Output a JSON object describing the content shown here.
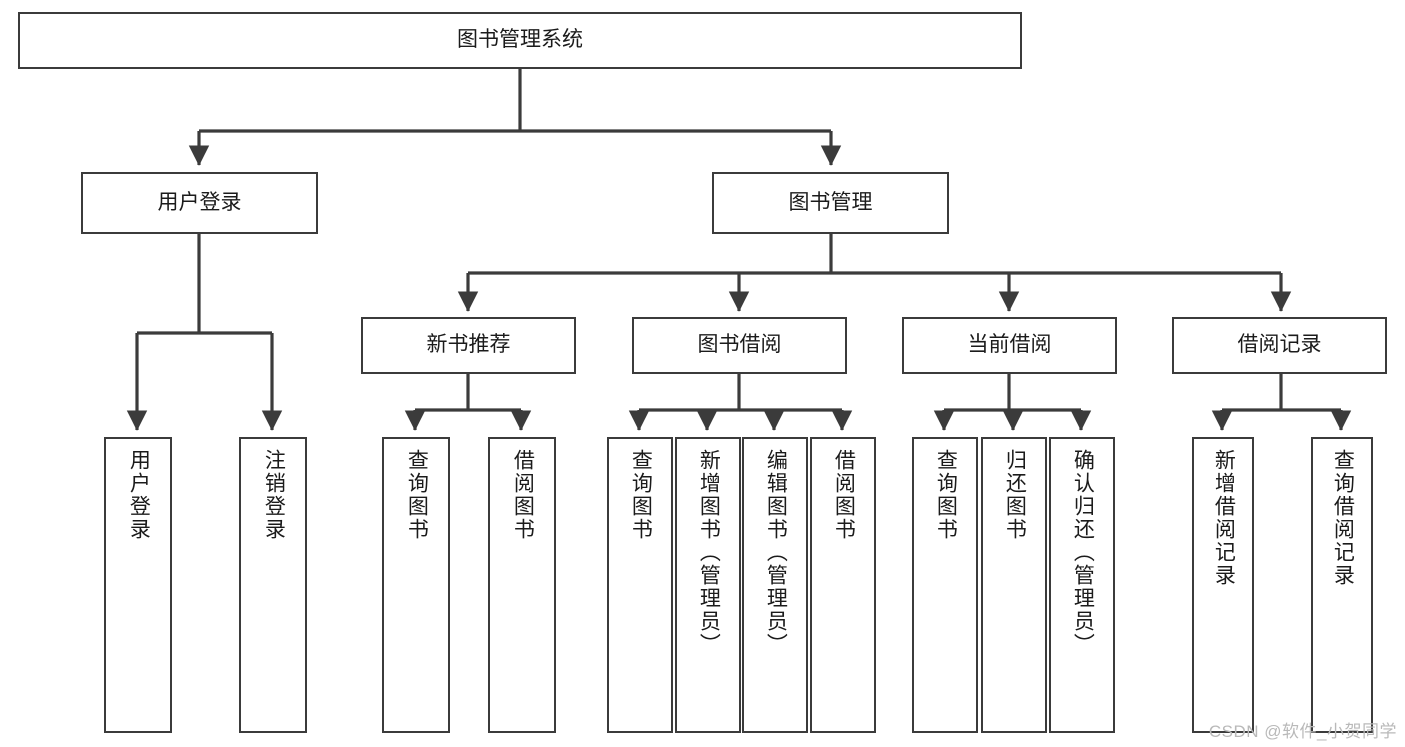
{
  "diagram": {
    "title": "图书管理系统",
    "type": "tree-hierarchy-diagram",
    "colors": {
      "box_border": "#3b3b3b",
      "box_fill": "#ffffff",
      "edge": "#3b3b3b",
      "text": "#1b1b1b",
      "watermark": "#b9b9b9"
    }
  },
  "nodes": {
    "root": {
      "label": "图书管理系统",
      "orientation": "horizontal"
    },
    "level2": [
      {
        "label": "用户登录",
        "orientation": "horizontal"
      },
      {
        "label": "图书管理",
        "orientation": "horizontal"
      }
    ],
    "level3": [
      {
        "label": "新书推荐",
        "orientation": "horizontal"
      },
      {
        "label": "图书借阅",
        "orientation": "horizontal"
      },
      {
        "label": "当前借阅",
        "orientation": "horizontal"
      },
      {
        "label": "借阅记录",
        "orientation": "horizontal"
      }
    ],
    "leaves_user_login": [
      {
        "label": "用户登录",
        "orientation": "vertical"
      },
      {
        "label": "注销登录",
        "orientation": "vertical"
      }
    ],
    "leaves_new_books": [
      {
        "label": "查询图书",
        "orientation": "vertical"
      },
      {
        "label": "借阅图书",
        "orientation": "vertical"
      }
    ],
    "leaves_book_borrow": [
      {
        "label": "查询图书",
        "orientation": "vertical"
      },
      {
        "label": "新增图书（管理员）",
        "orientation": "vertical"
      },
      {
        "label": "编辑图书（管理员）",
        "orientation": "vertical"
      },
      {
        "label": "借阅图书",
        "orientation": "vertical"
      }
    ],
    "leaves_current_borrow": [
      {
        "label": "查询图书",
        "orientation": "vertical"
      },
      {
        "label": "归还图书",
        "orientation": "vertical"
      },
      {
        "label": "确认归还（管理员）",
        "orientation": "vertical"
      }
    ],
    "leaves_borrow_records": [
      {
        "label": "新增借阅记录",
        "orientation": "vertical"
      },
      {
        "label": "查询借阅记录",
        "orientation": "vertical"
      }
    ]
  },
  "watermark": {
    "text": "CSDN @软件_小贺同学"
  }
}
